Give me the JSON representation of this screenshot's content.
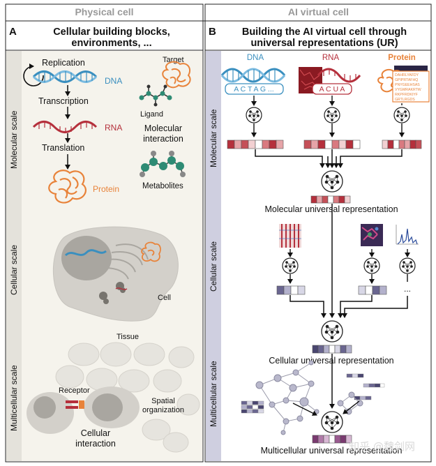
{
  "headers": {
    "left": "Physical cell",
    "right": "AI virtual cell"
  },
  "panel_a": {
    "letter": "A",
    "title_line1": "Cellular building blocks,",
    "title_line2": "environments, ...",
    "scales": {
      "molecular": "Molecular scale",
      "cellular": "Cellular scale",
      "multicellular": "Multicellular scale"
    },
    "labels": {
      "replication": "Replication",
      "dna": "DNA",
      "transcription": "Transcription",
      "rna": "RNA",
      "translation": "Translation",
      "protein": "Protein",
      "target": "Target",
      "ligand": "Ligand",
      "molecular_interaction_1": "Molecular",
      "molecular_interaction_2": "interaction",
      "metabolites": "Metabolites",
      "cell": "Cell",
      "tissue": "Tissue",
      "receptor": "Receptor",
      "spatial_1": "Spatial",
      "spatial_2": "organization",
      "cellular_interaction_1": "Cellular",
      "cellular_interaction_2": "interaction"
    }
  },
  "panel_b": {
    "letter": "B",
    "title_line1": "Building the AI virtual cell through",
    "title_line2": "universal representations (UR)",
    "scales": {
      "molecular": "Molecular scale",
      "cellular": "Cellular scale",
      "multicellular": "Multicellular scale"
    },
    "labels": {
      "dna": "DNA",
      "rna": "RNA",
      "protein": "Protein",
      "dna_seq": "A C T A G ...",
      "rna_seq": "A C U A",
      "protein_seq_1": "DAHRLYAFDY",
      "protein_seq_2": "GPIPRTAFHQ",
      "protein_seq_3": "PNYGEEHSAS",
      "protein_seq_4": "VYGMRAKRTW",
      "protein_seq_5": "RKPFRDKIYF",
      "protein_seq_6": "GRTLRGDS",
      "ellipsis": "...",
      "molecular_ur": "Molecular universal representation",
      "cellular_ur": "Cellular universal representation",
      "multicellular_ur": "Multicellular universal representation"
    }
  },
  "watermark": "知乎 @魏剑网",
  "colors": {
    "dna": "#3a8fbf",
    "rna": "#b5303c",
    "protein": "#e8833a",
    "panel_bg": "#f5f3ec",
    "scale_bar": "#e4e2db",
    "scale_bar_b": "#cfcfe0"
  }
}
